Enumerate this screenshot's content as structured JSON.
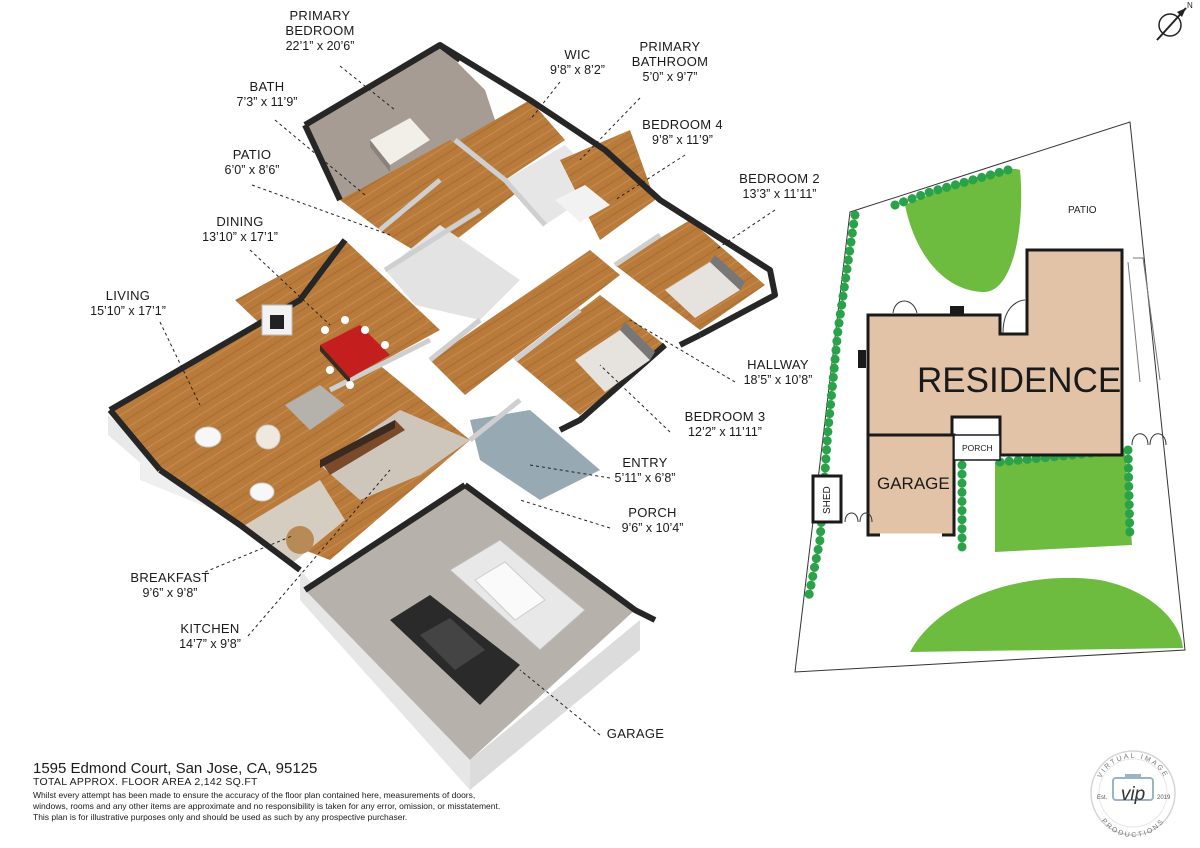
{
  "rooms": {
    "primary_bedroom": {
      "name_line1": "PRIMARY",
      "name_line2": "BEDROOM",
      "dim": "22’1” x 20’6”"
    },
    "wic": {
      "name": "WIC",
      "dim": "9’8” x 8’2”"
    },
    "primary_bathroom": {
      "name_line1": "PRIMARY",
      "name_line2": "BATHROOM",
      "dim": "5’0” x 9’7”"
    },
    "bath": {
      "name": "BATH",
      "dim": "7’3” x 11’9”"
    },
    "bedroom4": {
      "name": "BEDROOM 4",
      "dim": "9’8” x 11’9”"
    },
    "patio": {
      "name": "PATIO",
      "dim": "6’0” x 8’6”"
    },
    "bedroom2": {
      "name": "BEDROOM 2",
      "dim": "13’3” x 11’11”"
    },
    "dining": {
      "name": "DINING",
      "dim": "13’10” x 17’1”"
    },
    "living": {
      "name": "LIVING",
      "dim": "15’10” x 17’1”"
    },
    "hallway": {
      "name": "HALLWAY",
      "dim": "18’5” x 10’8”"
    },
    "bedroom3": {
      "name": "BEDROOM 3",
      "dim": "12’2” x 11’11”"
    },
    "entry": {
      "name": "ENTRY",
      "dim": "5’11” x 6’8”"
    },
    "porch": {
      "name": "PORCH",
      "dim": "9’6” x 10’4”"
    },
    "breakfast": {
      "name": "BREAKFAST",
      "dim": "9’6” x 9’8”"
    },
    "kitchen": {
      "name": "KITCHEN",
      "dim": "14’7” x 9’8”"
    },
    "garage": {
      "name": "GARAGE"
    }
  },
  "site_plan": {
    "patio": "PATIO",
    "residence": "RESIDENCE",
    "garage": "GARAGE",
    "porch": "PORCH",
    "shed": "SHED",
    "north": "N"
  },
  "footer": {
    "address": "1595 Edmond Court, San Jose, CA, 95125",
    "area": "TOTAL APPROX. FLOOR AREA 2,142 SQ.FT",
    "disclaimer_line1": "Whilst every attempt has been made to ensure the accuracy of the floor plan contained here, measurements of doors,",
    "disclaimer_line2": "windows, rooms and any other items are approximate and no responsibility is taken for any error, omission, or misstatement.",
    "disclaimer_line3": "This plan is for illustrative purposes only and should be used as such by any prospective purchaser."
  },
  "logo": {
    "ring_top": "VIRTUAL IMAGE",
    "ring_bottom": "PRODUCTIONS",
    "monogram": "vip",
    "est": "Est.",
    "year": "2019"
  },
  "colors": {
    "floor_wood": "#b87b3c",
    "wall_top": "#262626",
    "wall_side": "#f2f2f2",
    "carpet": "#a79c93",
    "garage_floor": "#b7b1ab",
    "entry_tile": "#97a9b2",
    "residence_fill": "#e2c3a8",
    "lawn_green": "#6dbb3f",
    "hedge_green": "#2aa24a"
  }
}
